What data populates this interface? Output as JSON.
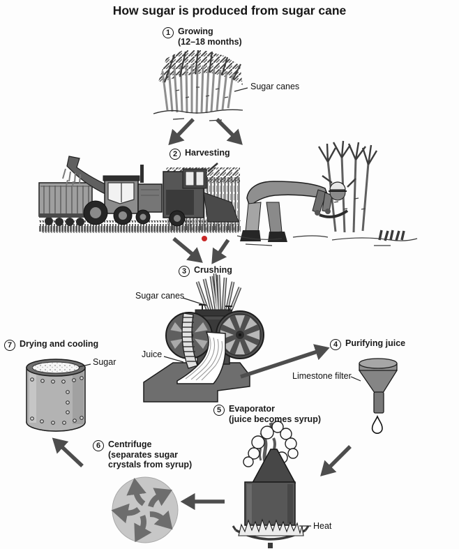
{
  "title": "How sugar is produced from sugar cane",
  "steps": [
    {
      "num": "1",
      "label": "Growing",
      "sub": "(12–18 months)"
    },
    {
      "num": "2",
      "label": "Harvesting"
    },
    {
      "num": "3",
      "label": "Crushing"
    },
    {
      "num": "4",
      "label": "Purifying juice"
    },
    {
      "num": "5",
      "label": "Evaporator",
      "sub": "(juice becomes syrup)"
    },
    {
      "num": "6",
      "label": "Centrifuge",
      "sub": "(separates sugar\ncrystals from syrup)"
    },
    {
      "num": "7",
      "label": "Drying and cooling"
    }
  ],
  "annotations": {
    "sugar_canes_growing": "Sugar canes",
    "sugar_canes_crusher": "Sugar canes",
    "juice": "Juice",
    "limestone_filter": "Limestone filter",
    "heat": "Heat",
    "sugar": "Sugar"
  },
  "colors": {
    "paper": "#fdfdfd",
    "ink": "#1a1a1a",
    "arrow_gray": "#4d4d4d",
    "machine_gray": "#8c8c8c",
    "dark_gray": "#4a4a4a",
    "centrifuge_gray": "#c7c7c7",
    "red_dot": "#c92727"
  }
}
